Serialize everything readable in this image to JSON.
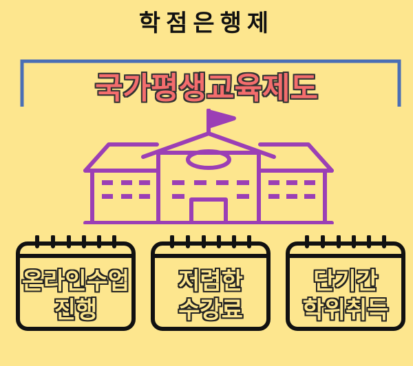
{
  "title": "학점은행제",
  "banner": "국가평생교육제도",
  "cards": [
    {
      "line1": "온라인수업",
      "line2": "진행"
    },
    {
      "line1": "저렴한",
      "line2": "수강료"
    },
    {
      "line1": "단기간",
      "line2": "학위취득"
    }
  ],
  "colors": {
    "background": "#fde68e",
    "bracket": "#4a6fb5",
    "banner": "#f46d6d",
    "school": "#9b3fb5"
  },
  "icons": [
    "school-building-icon",
    "calendar-icon"
  ]
}
